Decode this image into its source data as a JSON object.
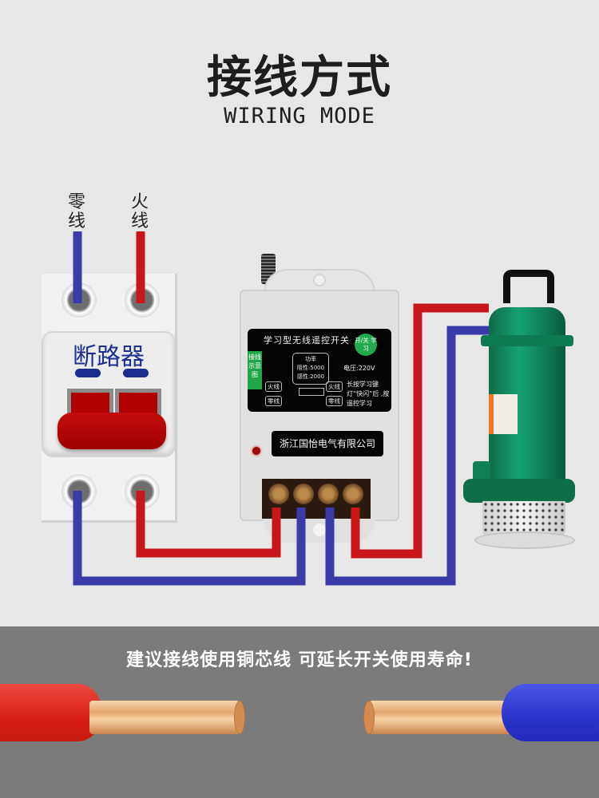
{
  "header": {
    "title": "接线方式",
    "subtitle": "WIRING MODE"
  },
  "inputs": {
    "neutral_label": "零线",
    "live_label": "火线",
    "neutral_color": "#3a3aa8",
    "live_color": "#c8161b"
  },
  "breaker": {
    "name": "断路器"
  },
  "switch_device": {
    "panel_title": "学习型无线遥控开关",
    "side_tab": "接线示意图",
    "learn_button": "开/关 学习",
    "power_box": {
      "title": "功率",
      "resistive": "阻性:5000",
      "inductive": "感性:2000"
    },
    "terminal_labels": {
      "left_live": "火线",
      "left_neutral": "零线",
      "right_live": "火线",
      "right_neutral": "零线"
    },
    "voltage": "电压:220V",
    "hint": "长按学习键 灯“快闪”后 ,按遥控学习",
    "company": "浙江国怡电气有限公司"
  },
  "pump": {
    "name": "submersible pump"
  },
  "footer": {
    "tip": "建议接线使用铜芯线 可延长开关使用寿命!"
  },
  "colors": {
    "background": "#e7e7e7",
    "bottom_band": "#7b7b7b",
    "breaker_text": "#1f2f8f",
    "accent_green": "#23a84e"
  }
}
